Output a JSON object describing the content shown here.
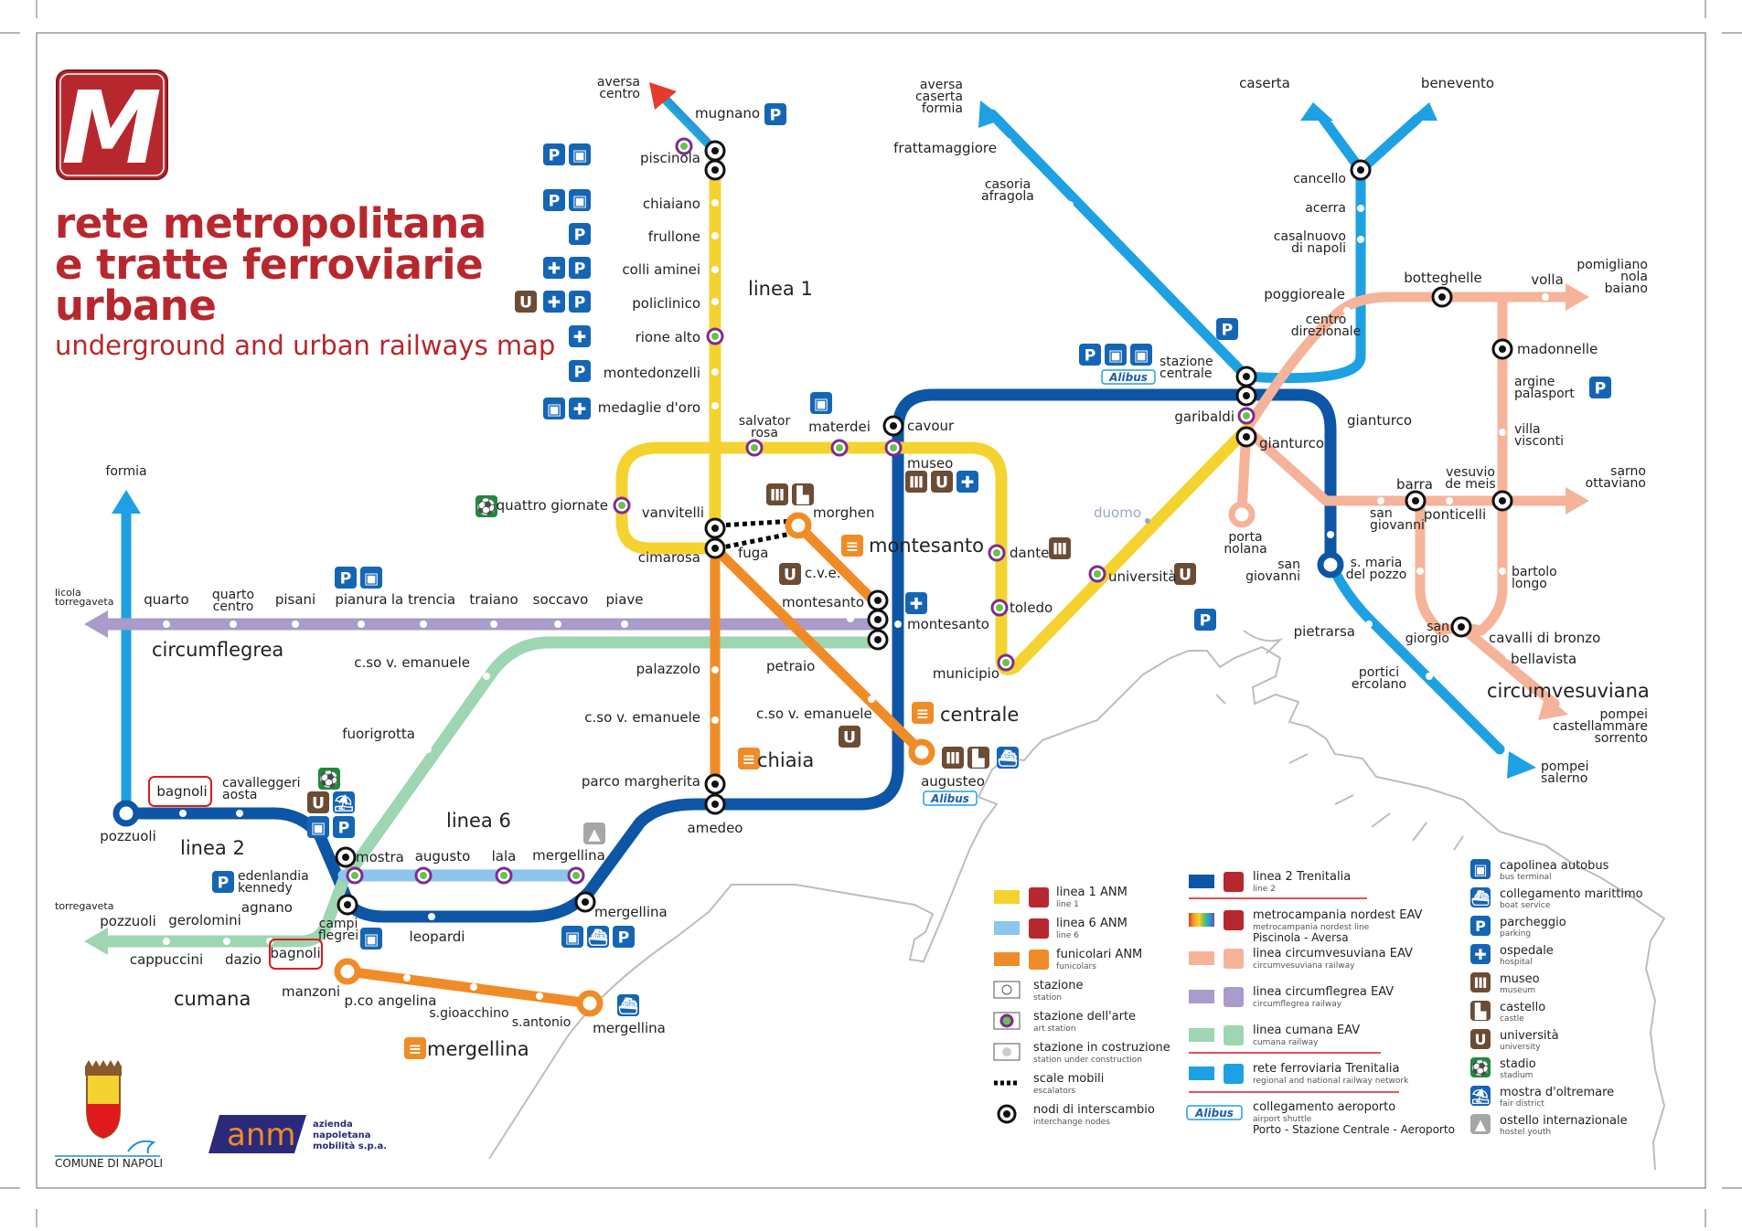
{
  "header": {
    "logo_letter": "M",
    "title_lines": [
      "rete metropolitana",
      "e tratte ferroviarie",
      "urbane"
    ],
    "subtitle": "underground and urban railways map"
  },
  "colors": {
    "linea1": "#f4d331",
    "linea6": "#8ec5ec",
    "funicolari": "#f08c27",
    "linea2": "#0d56a6",
    "circumvesuviana": "#f5b39a",
    "circumflegrea": "#a99bcb",
    "cumana": "#9ed6b2",
    "rete_ferroviaria": "#1da1e2",
    "brand_red": "#b7282e"
  },
  "lines": {
    "linea1": "linea 1",
    "linea6": "linea 6",
    "linea2": "linea 2",
    "circumflegrea": "circumflegrea",
    "cumana": "cumana",
    "circumvesuviana": "circumvesuviana",
    "montesanto": "montesanto",
    "centrale": "centrale",
    "chiaia": "chiaia",
    "mergellina": "mergellina"
  },
  "destinations": {
    "aversa_centro": [
      "aversa",
      "centro"
    ],
    "aversa_caserta_formia": [
      "aversa",
      "caserta",
      "formia"
    ],
    "caserta": "caserta",
    "benevento": "benevento",
    "pomigliano": [
      "pomigliano",
      "nola",
      "baiano"
    ],
    "sarno": [
      "sarno",
      "ottaviano"
    ],
    "pompei_sorrento": [
      "pompei",
      "castellammare",
      "sorrento"
    ],
    "pompei_salerno": [
      "pompei",
      "salerno"
    ],
    "formia": "formia",
    "licola": [
      "licola",
      "torregaveta"
    ],
    "torregaveta": "torregaveta"
  },
  "stations": {
    "mugnano": "mugnano",
    "piscinola": "piscinola",
    "chiaiano": "chiaiano",
    "frullone": "frullone",
    "colli_aminei": "colli aminei",
    "policlinico": "policlinico",
    "rione_alto": "rione alto",
    "montedonzelli": "montedonzelli",
    "medaglie_doro": "medaglie d'oro",
    "salvator_rosa": [
      "salvator",
      "rosa"
    ],
    "materdei": "materdei",
    "cavour": "cavour",
    "museo": "museo",
    "quattro_giornate": "quattro giornate",
    "vanvitelli": "vanvitelli",
    "cimarosa": "cimarosa",
    "fuga": "fuga",
    "morghen": "morghen",
    "cve": "c.v.e.",
    "montesanto_funi": "montesanto",
    "montesanto": "montesanto",
    "dante": "dante",
    "toledo": "toledo",
    "municipio": "municipio",
    "universita": "università",
    "duomo": "duomo",
    "frattamaggiore": "frattamaggiore",
    "casoria": [
      "casoria",
      "afragola"
    ],
    "cancello": "cancello",
    "acerra": "acerra",
    "casalnuovo": [
      "casalnuovo",
      "di napoli"
    ],
    "poggioreale": "poggioreale",
    "centro_direzionale": [
      "centro",
      "direzionale"
    ],
    "botteghelle": "botteghelle",
    "volla": "volla",
    "madonnelle": "madonnelle",
    "argine": [
      "argine",
      "palasport"
    ],
    "villa_visconti": [
      "villa",
      "visconti"
    ],
    "stazione_centrale": [
      "stazione",
      "centrale"
    ],
    "garibaldi": "garibaldi",
    "gianturco_a": "gianturco",
    "gianturco_b": "gianturco",
    "porta_nolana": [
      "porta",
      "nolana"
    ],
    "san_giovanni_a": [
      "san",
      "giovanni"
    ],
    "san_giovanni_b": [
      "san",
      "giovanni"
    ],
    "barra": "barra",
    "vesuvio": [
      "vesuvio",
      "de meis"
    ],
    "ponticelli": "ponticelli",
    "sm_pozzo": [
      "s. maria",
      "del pozzo"
    ],
    "bartolo_longo": [
      "bartolo",
      "longo"
    ],
    "san_giorgio": [
      "san",
      "giorgio"
    ],
    "cavalli": "cavalli di bronzo",
    "bellavista": "bellavista",
    "pietrarsa": "pietrarsa",
    "portici": [
      "portici",
      "ercolano"
    ],
    "quarto": "quarto",
    "quarto_centro": [
      "quarto",
      "centro"
    ],
    "pisani": "pisani",
    "pianura": "pianura",
    "la_trencia": "la trencia",
    "traiano": "traiano",
    "soccavo": "soccavo",
    "piave": "piave",
    "cso_ve_a": "c.so v. emanuele",
    "cso_ve_b": "c.so v. emanuele",
    "cso_ve_c": "c.so v. emanuele",
    "fuorigrotta": "fuorigrotta",
    "palazzolo": "palazzolo",
    "petraio": "petraio",
    "parco_margherita": "parco margherita",
    "amedeo": "amedeo",
    "augusteo": "augusteo",
    "bagnoli_a": "bagnoli",
    "bagnoli_b": "bagnoli",
    "cavalleggeri": [
      "cavalleggeri",
      "aosta"
    ],
    "pozzuoli_a": "pozzuoli",
    "pozzuoli_b": "pozzuoli",
    "mostra": "mostra",
    "augusto": "augusto",
    "lala": "lala",
    "mergellina_l6": "mergellina",
    "mergellina_l2": "mergellina",
    "mergellina_f": "mergellina",
    "edenlandia": [
      "edenlandia",
      "kennedy"
    ],
    "agnano": "agnano",
    "campi_flegrei": [
      "campi",
      "flegrei"
    ],
    "leopardi": "leopardi",
    "gerolomini": "gerolomini",
    "cappuccini": "cappuccini",
    "dazio": "dazio",
    "manzoni": "manzoni",
    "pco_angelina": "p.co angelina",
    "s_gioacchino": "s.gioacchino",
    "s_antonio": "s.antonio"
  },
  "alibus": "Alibus",
  "legend": {
    "col1": [
      {
        "key": "linea1",
        "label": "linea 1 ANM",
        "sub": "line 1"
      },
      {
        "key": "linea6",
        "label": "linea 6 ANM",
        "sub": "line 6"
      },
      {
        "key": "funicolari",
        "label": "funicolari ANM",
        "sub": "funicolars"
      },
      {
        "key": "stazione",
        "label": "stazione",
        "sub": "station"
      },
      {
        "key": "arte",
        "label": "stazione dell'arte",
        "sub": "art station"
      },
      {
        "key": "costruzione",
        "label": "stazione in costruzione",
        "sub": "station under construction"
      },
      {
        "key": "scale",
        "label": "scale mobili",
        "sub": "escalators"
      },
      {
        "key": "nodi",
        "label": "nodi di interscambio",
        "sub": "interchange nodes"
      }
    ],
    "col2": [
      {
        "key": "linea2",
        "label": "linea 2 Trenitalia",
        "sub": "line 2"
      },
      {
        "key": "nordest",
        "label": "metrocampania nordest EAV",
        "sub": "metrocampania nordest line",
        "extra": "Piscinola - Aversa"
      },
      {
        "key": "circumvesuviana",
        "label": "linea circumvesuviana EAV",
        "sub": "circumvesuviana railway"
      },
      {
        "key": "circumflegrea",
        "label": "linea circumflegrea EAV",
        "sub": "circumflegrea railway"
      },
      {
        "key": "cumana",
        "label": "linea cumana EAV",
        "sub": "cumana railway"
      },
      {
        "key": "rete_ferroviaria",
        "label": "rete ferroviaria Trenitalia",
        "sub": "regional and national railway network"
      },
      {
        "key": "alibus",
        "label": "collegamento aeroporto",
        "sub": "airport shuttle",
        "extra": "Porto - Stazione Centrale - Aeroporto"
      }
    ],
    "col3": [
      {
        "icon": "bus",
        "label": "capolinea autobus",
        "sub": "bus terminal"
      },
      {
        "icon": "boat",
        "label": "collegamento marittimo",
        "sub": "boat service"
      },
      {
        "icon": "parking",
        "label": "parcheggio",
        "sub": "parking"
      },
      {
        "icon": "hospital",
        "label": "ospedale",
        "sub": "hospital"
      },
      {
        "icon": "museum",
        "label": "museo",
        "sub": "museum"
      },
      {
        "icon": "castle",
        "label": "castello",
        "sub": "castle"
      },
      {
        "icon": "university",
        "label": "università",
        "sub": "university"
      },
      {
        "icon": "stadium",
        "label": "stadio",
        "sub": "stadium"
      },
      {
        "icon": "fair",
        "label": "mostra d'oltremare",
        "sub": "fair district"
      },
      {
        "icon": "hostel",
        "label": "ostello internazionale",
        "sub": "hostel youth"
      }
    ]
  },
  "footer": {
    "comune": "COMUNE DI NAPOLI",
    "anm_logo": "anm",
    "anm_name": [
      "azienda",
      "napoletana",
      "mobilità s.p.a."
    ]
  }
}
